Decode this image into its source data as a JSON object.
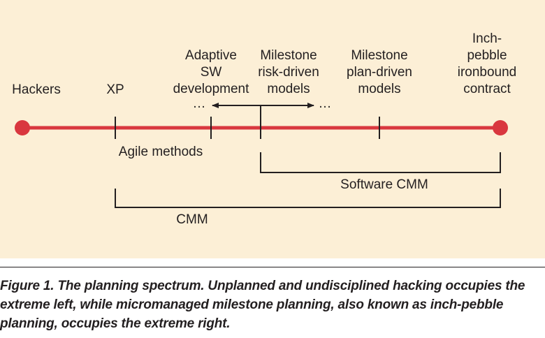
{
  "diagram": {
    "spectrum_labels": {
      "hackers": "Hackers",
      "xp": "XP",
      "adaptive_sw": "Adaptive\nSW\ndevelopment",
      "milestone_risk": "Milestone\nrisk-driven\nmodels",
      "milestone_plan": "Milestone\nplan-driven\nmodels",
      "inch_pebble": "Inch-\npebble\nironbound\ncontract"
    },
    "ellipsis_left": "…",
    "ellipsis_right": "…",
    "brackets": {
      "agile": "Agile methods",
      "software_cmm": "Software CMM",
      "cmm": "CMM"
    },
    "colors": {
      "background": "#fcefd6",
      "spectrum_line": "#d9373f",
      "ink": "#231f20"
    }
  },
  "caption": "Figure 1. The planning spectrum. Unplanned and undisciplined hacking occupies the extreme left, while micromanaged milestone planning, also known as inch-pebble planning, occupies the extreme right."
}
